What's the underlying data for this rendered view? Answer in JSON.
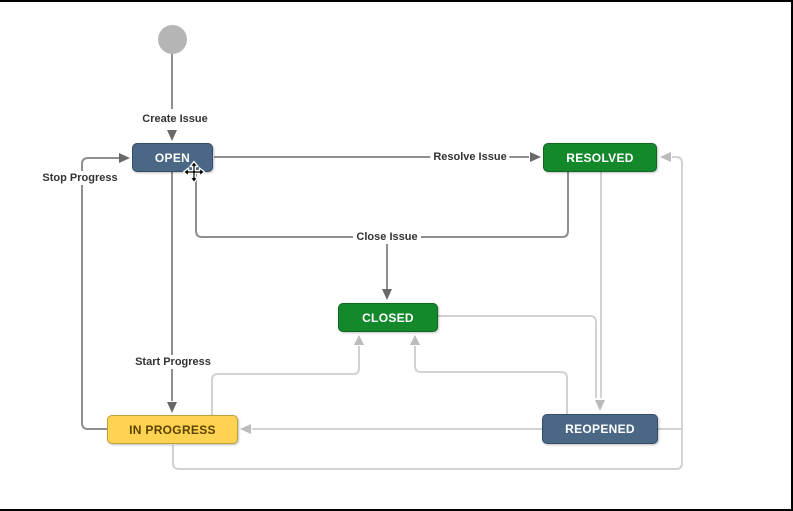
{
  "states": {
    "open": {
      "label": "OPEN",
      "color": "#4a6785",
      "text_color": "#ffffff"
    },
    "resolved": {
      "label": "RESOLVED",
      "color": "#14892c",
      "text_color": "#ffffff"
    },
    "closed": {
      "label": "CLOSED",
      "color": "#14892c",
      "text_color": "#ffffff"
    },
    "in_progress": {
      "label": "IN PROGRESS",
      "color": "#ffd351",
      "text_color": "#594300"
    },
    "reopened": {
      "label": "REOPENED",
      "color": "#4a6785",
      "text_color": "#ffffff"
    }
  },
  "transitions": {
    "create_issue": {
      "label": "Create Issue"
    },
    "resolve_issue": {
      "label": "Resolve Issue"
    },
    "close_issue": {
      "label": "Close Issue"
    },
    "start_progress": {
      "label": "Start Progress"
    },
    "stop_progress": {
      "label": "Stop Progress"
    }
  },
  "start_node": {
    "color": "#b5b5b5"
  },
  "colors": {
    "edge_labeled": "#8f8f8f",
    "edge_unlabeled": "#d2d2d2",
    "arrow_labeled": "#696969",
    "arrow_unlabeled": "#bcbcbc",
    "label_text": "#333333"
  }
}
